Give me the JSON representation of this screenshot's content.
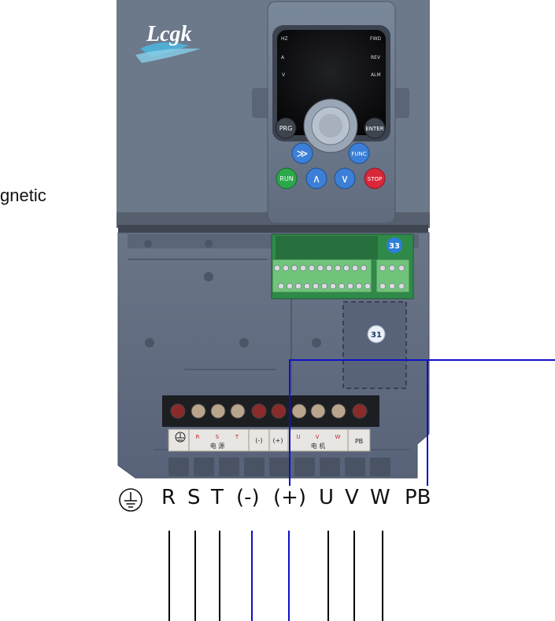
{
  "brand": {
    "logo_text": "Lcgk"
  },
  "side_label": "gnetic",
  "display": {
    "left_indicators": [
      "HZ",
      "A",
      "V"
    ],
    "right_indicators": [
      "FWD",
      "REV",
      "ALM"
    ]
  },
  "keypad": {
    "prg": "PRG",
    "enter": "ENTER",
    "shift": "≫",
    "func": "FUNC",
    "run": "RUN",
    "up": "∧",
    "down": "∨",
    "stop": "STOP"
  },
  "badges": {
    "upper": "33",
    "lower": "31"
  },
  "terminal_cover_labels": {
    "supply": "电 源",
    "minus": "(-)",
    "plus": "(+)",
    "motor": "电 机",
    "pb": "PB",
    "r": "R",
    "s": "S",
    "t": "T",
    "u": "U",
    "v": "V",
    "w": "W"
  },
  "terminals": {
    "r": "R",
    "s": "S",
    "t": "T",
    "minus": "(-)",
    "plus": "(+)",
    "u": "U",
    "v": "V",
    "w": "W",
    "pb": "PB"
  },
  "colors": {
    "housing": "#6e7a8c",
    "housing_dark": "#4e5868",
    "wire_black": "#000000",
    "wire_blue": "#1010c8",
    "run_green": "#2aa84a",
    "stop_red": "#d8283a",
    "key_blue": "#3c7fd8",
    "pcb_green": "#2f8a4a"
  }
}
